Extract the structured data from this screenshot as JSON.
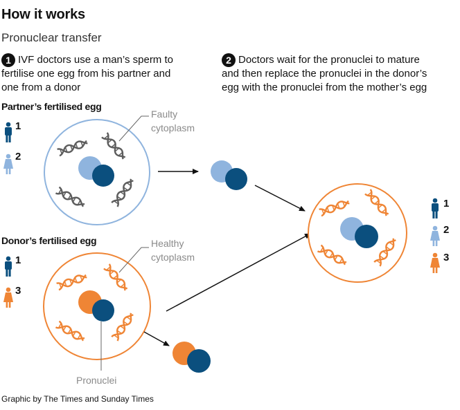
{
  "title": "How it works",
  "subtitle": "Pronuclear transfer",
  "steps": [
    {
      "number": "1",
      "text": "IVF doctors use a man’s sperm to fertilise one egg from his partner and one from a donor"
    },
    {
      "number": "2",
      "text": "Doctors wait for the pronuclei to mature and then replace the pronuclei in the donor’s egg with the pronuclei from the mother’s egg"
    }
  ],
  "eggs": {
    "partner": {
      "label": "Partner’s fertilised egg",
      "annotation_line1": "Faulty",
      "annotation_line2": "cytoplasm",
      "people": [
        "1",
        "2"
      ]
    },
    "donor": {
      "label": "Donor’s fertilised egg",
      "annotation_line1": "Healthy",
      "annotation_line2": "cytoplasm",
      "people": [
        "1",
        "3"
      ]
    },
    "result": {
      "people": [
        "1",
        "2",
        "3"
      ]
    }
  },
  "pronuclei_label": "Pronuclei",
  "credit": "Graphic by The Times and Sunday Times",
  "colors": {
    "partner_outline": "#8fb4de",
    "partner_pronucleus": "#8fb4de",
    "male_pronucleus": "#0b4f7e",
    "donor_outline": "#ef8535",
    "donor_pronucleus": "#ef8535",
    "faulty_dna": "#5d5d5d",
    "healthy_dna": "#ef8535",
    "father_icon": "#0b4f7e",
    "mother_icon": "#8fb4de",
    "donor_icon": "#ef8535",
    "arrow": "#111111",
    "label_gray": "#8a8a8a"
  }
}
